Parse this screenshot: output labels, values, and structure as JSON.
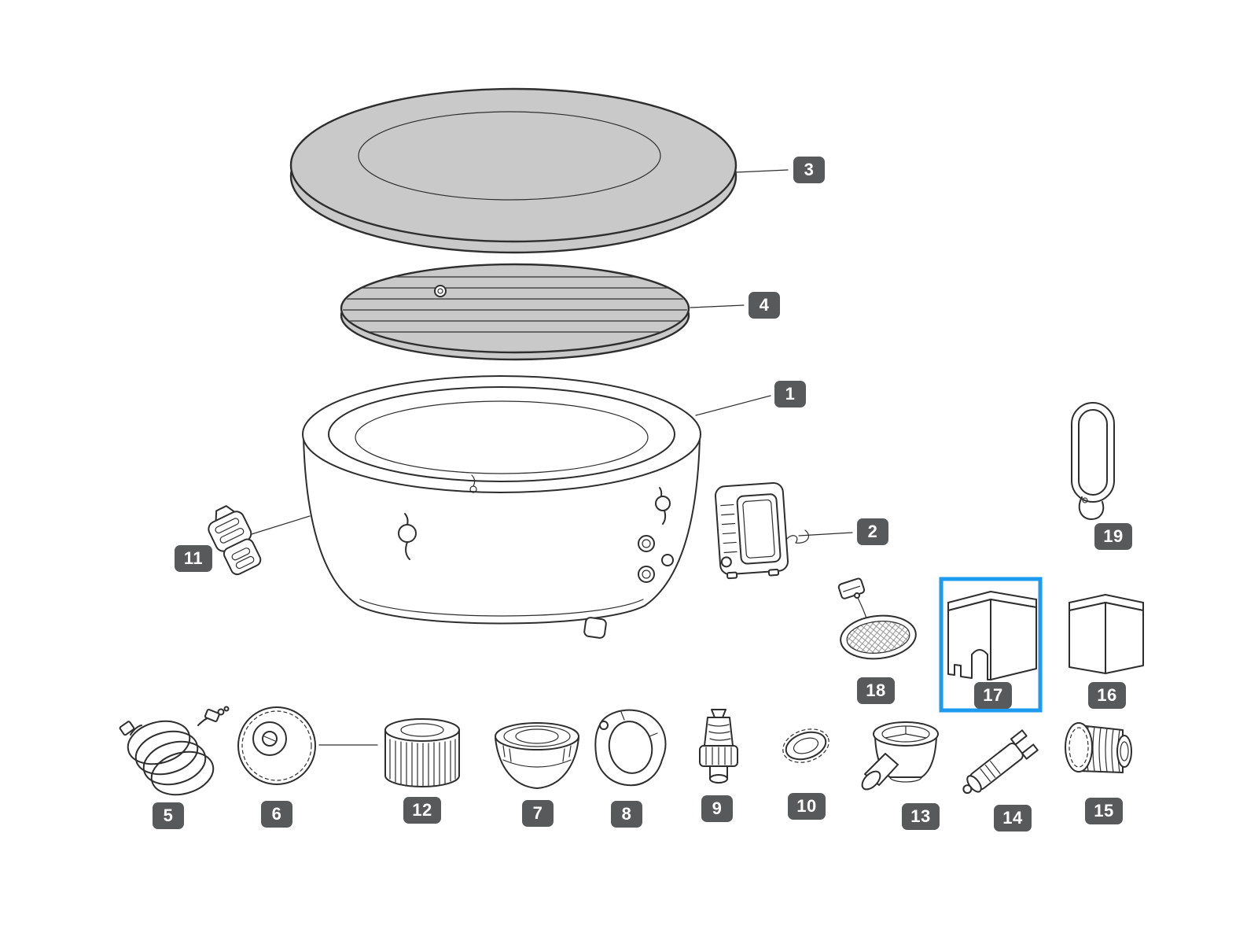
{
  "diagram": {
    "selected_part": "17",
    "colors": {
      "line": "#2e2e2e",
      "cover-fill": "#c9c9c9",
      "badge-bg": "#58595b",
      "badge-text": "#ffffff",
      "highlight": "#1d9bf0"
    },
    "parts": {
      "p1": {
        "label": "1"
      },
      "p2": {
        "label": "2"
      },
      "p3": {
        "label": "3"
      },
      "p4": {
        "label": "4"
      },
      "p5": {
        "label": "5"
      },
      "p6": {
        "label": "6"
      },
      "p7": {
        "label": "7"
      },
      "p8": {
        "label": "8"
      },
      "p9": {
        "label": "9"
      },
      "p10": {
        "label": "10"
      },
      "p11": {
        "label": "11"
      },
      "p12": {
        "label": "12"
      },
      "p13": {
        "label": "13"
      },
      "p14": {
        "label": "14"
      },
      "p15": {
        "label": "15"
      },
      "p16": {
        "label": "16"
      },
      "p17": {
        "label": "17"
      },
      "p18": {
        "label": "18"
      },
      "p19": {
        "label": "19"
      }
    }
  }
}
